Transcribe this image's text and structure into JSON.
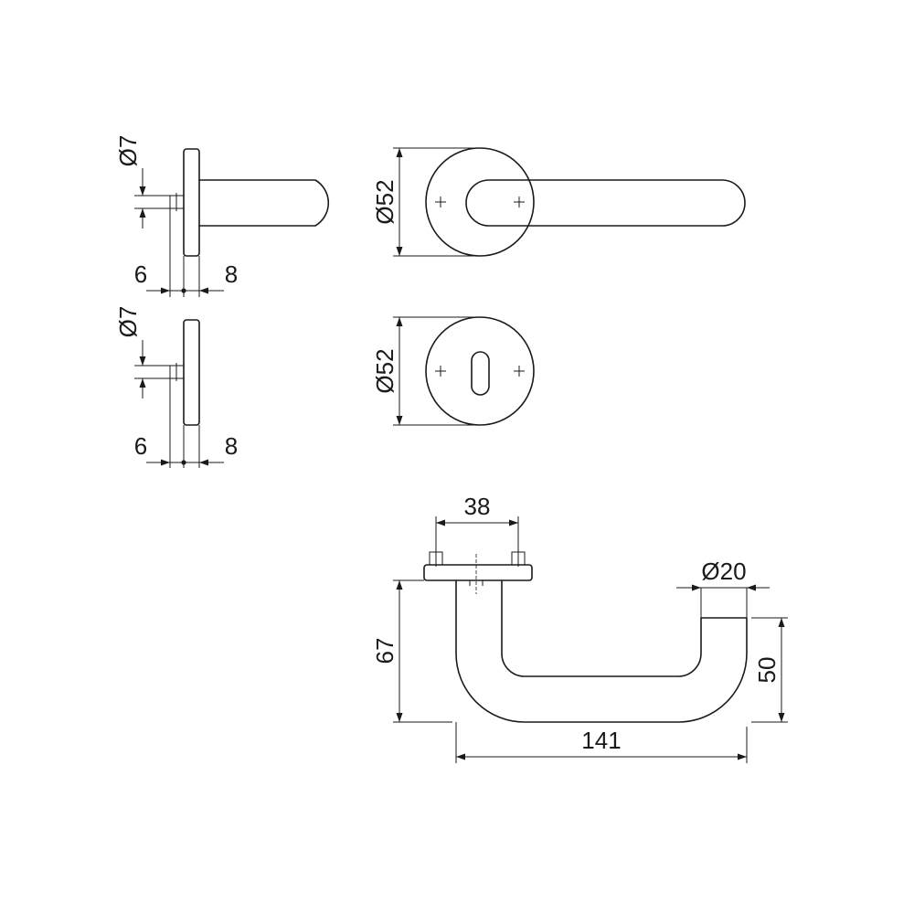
{
  "dimensions": {
    "rose_pin_diameter_1": "Ø7",
    "rose_left_1": "6",
    "rose_right_1": "8",
    "rose_diameter_1": "Ø52",
    "rose_pin_diameter_2": "Ø7",
    "rose_left_2": "6",
    "rose_right_2": "8",
    "rose_diameter_2": "Ø52",
    "screw_spacing": "38",
    "lever_diameter": "Ø20",
    "lever_height": "67",
    "lever_offset": "50",
    "lever_length": "141"
  },
  "colors": {
    "line": "#1a1a1a",
    "background": "#ffffff"
  }
}
